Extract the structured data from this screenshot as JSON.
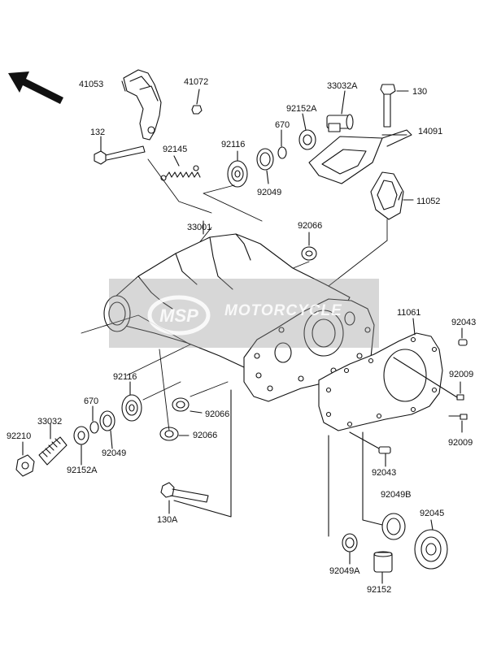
{
  "watermark": {
    "logo_text": "MSP",
    "text": "MOTORCYCLE"
  },
  "labels": [
    {
      "id": "41053",
      "text": "41053"
    },
    {
      "id": "41072",
      "text": "41072"
    },
    {
      "id": "132",
      "text": "132"
    },
    {
      "id": "92145",
      "text": "92145"
    },
    {
      "id": "33032A",
      "text": "33032A"
    },
    {
      "id": "130",
      "text": "130"
    },
    {
      "id": "92152A-top",
      "text": "92152A"
    },
    {
      "id": "670-top",
      "text": "670"
    },
    {
      "id": "14091",
      "text": "14091"
    },
    {
      "id": "92116-top",
      "text": "92116"
    },
    {
      "id": "92049-top",
      "text": "92049"
    },
    {
      "id": "11052",
      "text": "11052"
    },
    {
      "id": "92066-top",
      "text": "92066"
    },
    {
      "id": "33001",
      "text": "33001"
    },
    {
      "id": "11061",
      "text": "11061"
    },
    {
      "id": "92043-top",
      "text": "92043"
    },
    {
      "id": "92009-top",
      "text": "92009"
    },
    {
      "id": "92009-bottom",
      "text": "92009"
    },
    {
      "id": "92116-bottom",
      "text": "92116"
    },
    {
      "id": "670-bottom",
      "text": "670"
    },
    {
      "id": "33032",
      "text": "33032"
    },
    {
      "id": "92210",
      "text": "92210"
    },
    {
      "id": "92049-bottom",
      "text": "92049"
    },
    {
      "id": "92152A-bottom",
      "text": "92152A"
    },
    {
      "id": "92066-mid",
      "text": "92066"
    },
    {
      "id": "92066-bottom",
      "text": "92066"
    },
    {
      "id": "92043-bottom",
      "text": "92043"
    },
    {
      "id": "92049B",
      "text": "92049B"
    },
    {
      "id": "92045",
      "text": "92045"
    },
    {
      "id": "130A",
      "text": "130A"
    },
    {
      "id": "92049A",
      "text": "92049A"
    },
    {
      "id": "92152",
      "text": "92152"
    }
  ]
}
